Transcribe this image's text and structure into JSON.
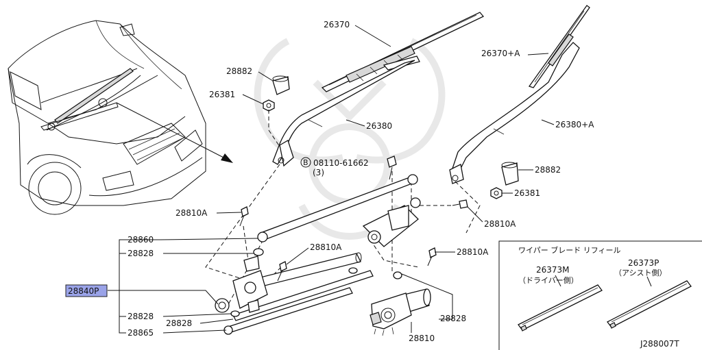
{
  "diagram": {
    "code": "J288007T",
    "labels": {
      "p26370": "26370",
      "p26370a": "26370+A",
      "p28882_top": "28882",
      "p26381_top": "26381",
      "p26380": "26380",
      "p26380a": "26380+A",
      "bolt_circle": "B",
      "bolt_part": "08110-61662",
      "bolt_qty": "(3)",
      "p28882_right": "28882",
      "p26381_right": "26381",
      "p28810a_left": "28810A",
      "p28810a_right": "28810A",
      "p28810a_mid": "28810A",
      "p28810a_far": "28810A",
      "p28860": "28860",
      "p28828_a": "28828",
      "p28840p": "28840P",
      "p28828_b": "28828",
      "p28828_c": "28828",
      "p28865": "28865",
      "p28828_d": "28828",
      "p28810": "28810"
    },
    "refill": {
      "title": "ワイパー ブレード リフィール",
      "driver_part": "26373M",
      "driver_side": "（ドライバー側）",
      "assist_part": "26373P",
      "assist_side": "（アシスト側）"
    },
    "highlight_color": "#9aa3e8"
  }
}
